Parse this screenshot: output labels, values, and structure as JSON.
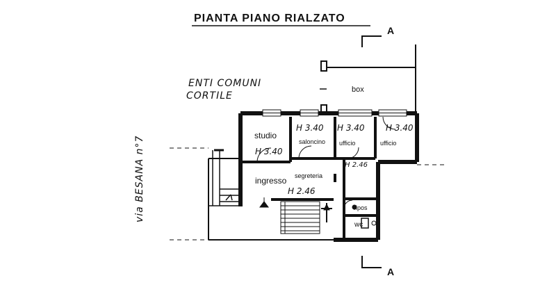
{
  "title": "PIANTA PIANO RIALZATO",
  "section_marker": "A",
  "context": {
    "common_area_line1": "ENTI COMUNI",
    "common_area_line2": "CORTILE",
    "street": "via BESANA n°7",
    "box": "box"
  },
  "rooms": {
    "studio": "studio",
    "studio_height": "H 3.40",
    "saloncino_height": "H 3.40",
    "saloncino": "saloncino",
    "ufficio1_height": "H 3.40",
    "ufficio1": "ufficio",
    "ufficio2_height": "H 3.40",
    "ufficio2": "ufficio",
    "corridor_height": "H 2.46",
    "segreteria": "segreteria",
    "ingresso": "ingresso",
    "ingresso_height": "H 2.46",
    "ripost": "ripos",
    "wc": "wc"
  },
  "colors": {
    "ink": "#111111",
    "paper": "#ffffff"
  }
}
